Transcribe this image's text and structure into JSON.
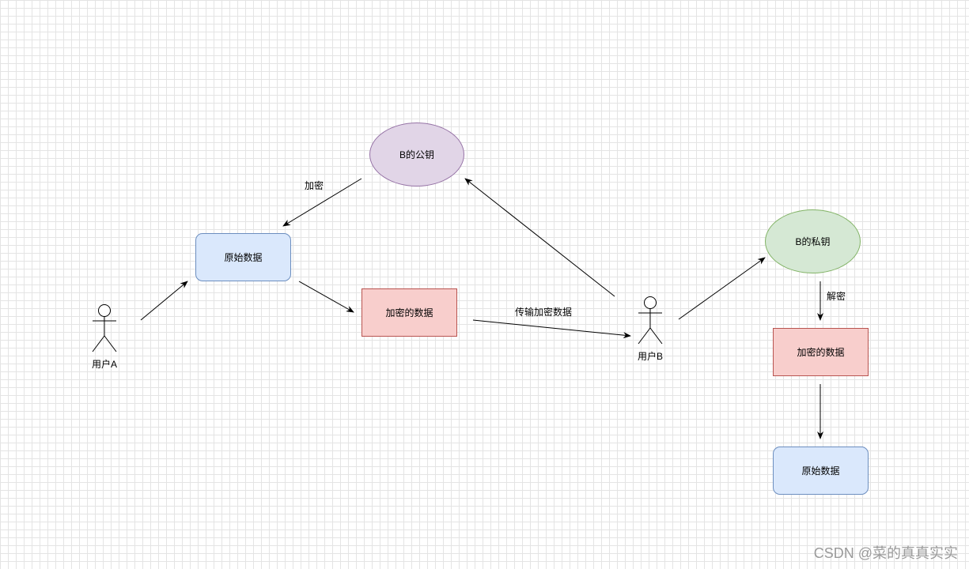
{
  "nodes": {
    "raw_data_left": "原始数据",
    "encrypted_data_mid": "加密的数据",
    "b_public_key": "B的公钥",
    "b_private_key": "B的私钥",
    "encrypted_data_right": "加密的数据",
    "raw_data_right": "原始数据"
  },
  "actors": {
    "user_a": "用户A",
    "user_b": "用户B"
  },
  "edge_labels": {
    "encrypt": "加密",
    "transmit": "传输加密数据",
    "decrypt": "解密"
  },
  "watermark": "CSDN @菜的真真实实",
  "colors": {
    "blue_fill": "#dae8fc",
    "blue_stroke": "#6c8ebf",
    "red_fill": "#f8cecc",
    "red_stroke": "#b85450",
    "purple_fill": "#e1d5e7",
    "purple_stroke": "#9673a6",
    "green_fill": "#d5e8d4",
    "green_stroke": "#82b366"
  }
}
